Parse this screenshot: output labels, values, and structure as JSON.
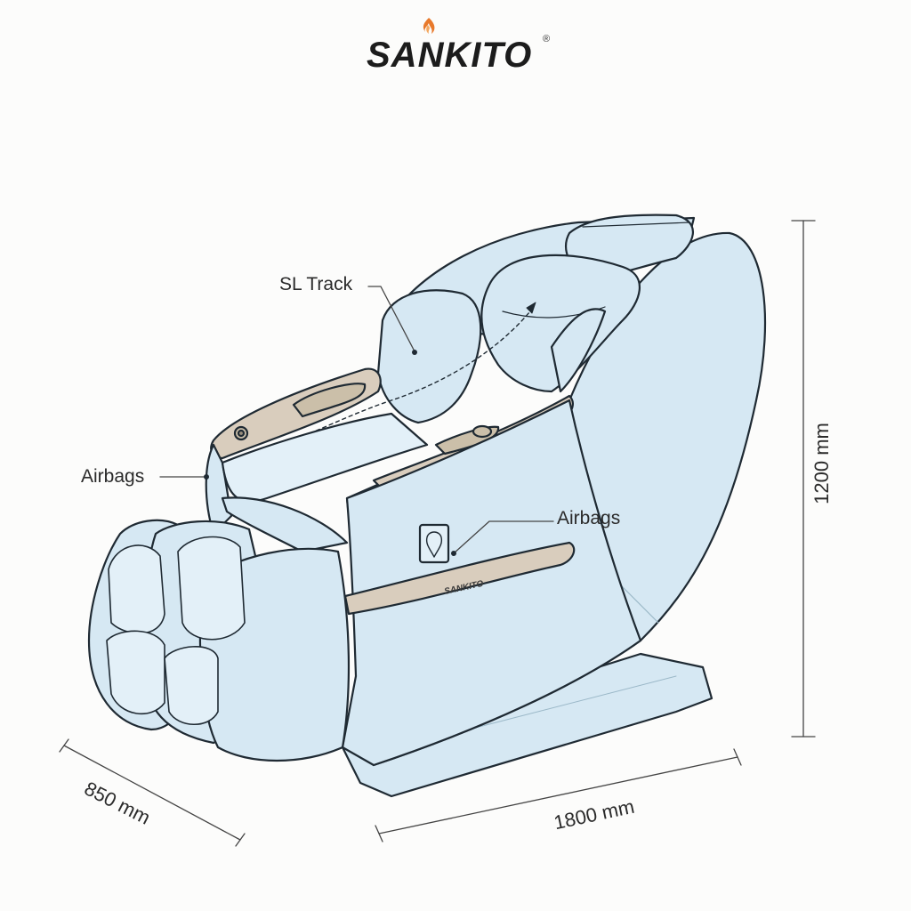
{
  "brand": {
    "name": "SANKITO",
    "registered_mark": "®",
    "chair_badge": "SANKITO"
  },
  "callouts": {
    "sl_track": "SL Track",
    "airbags_left": "Airbags",
    "airbags_right": "Airbags"
  },
  "dimensions": {
    "height": "1200 mm",
    "length": "1800 mm",
    "width": "850 mm"
  },
  "colors": {
    "chair_fill": "#d6e8f3",
    "chair_fill_light": "#e3f0f8",
    "outline": "#1f2a33",
    "accent_trim": "#d9cdbd",
    "logo_flame": "#e8792b"
  }
}
